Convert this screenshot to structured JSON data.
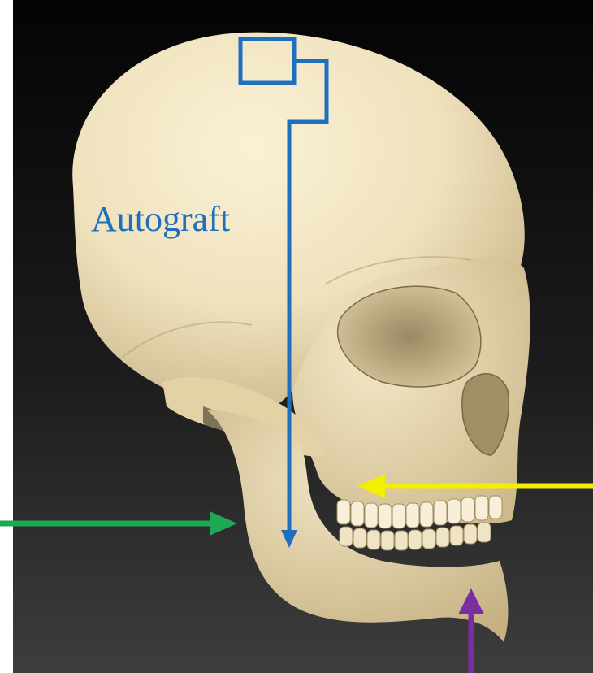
{
  "image": {
    "subject": "skull-3d-render",
    "background_colors": [
      "#060606",
      "#3c3c3c"
    ],
    "bone_colors": [
      "#f3e8c8",
      "#e6d6ac",
      "#b7a478"
    ]
  },
  "annotations": {
    "graft_label": "Autograft",
    "graft_color": "#1f6fbf",
    "arrows": [
      {
        "name": "autograft-path-arrow",
        "color": "#1f6fbf",
        "direction": "down"
      },
      {
        "name": "yellow-arrow",
        "color": "#f4ee00",
        "direction": "left"
      },
      {
        "name": "green-arrow",
        "color": "#1ea855",
        "direction": "right"
      },
      {
        "name": "purple-arrow",
        "color": "#7a2fa0",
        "direction": "up"
      }
    ]
  }
}
